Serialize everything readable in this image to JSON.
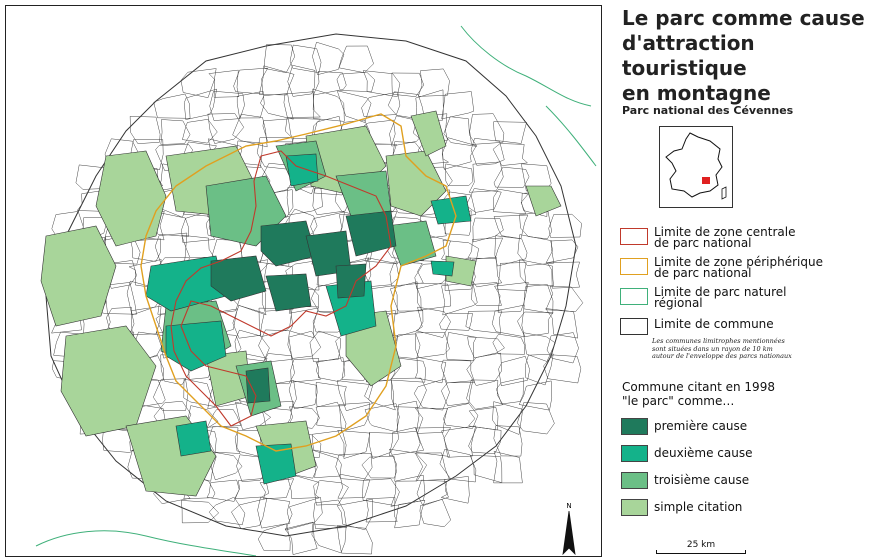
{
  "title_line1": "Le parc comme cause",
  "title_line2": "d'attraction touristique",
  "title_line3": "en montagne",
  "subtitle": "Parc national des Cévennes",
  "colors": {
    "premiere": "#1f7a5c",
    "deuxieme": "#14b28a",
    "troisieme": "#6bbf86",
    "simple": "#a8d59a",
    "zone_centrale": "#c0392b",
    "zone_peripherique": "#e0a020",
    "parc_regional": "#3fb07a",
    "commune": "#333333",
    "inset_marker": "#e02020"
  },
  "legend_lines": [
    {
      "line1": "Limite de zone centrale",
      "line2": "de parc national"
    },
    {
      "line1": "Limite de zone périphérique",
      "line2": "de parc national"
    },
    {
      "line1": "Limite de parc naturel",
      "line2": "régional"
    },
    {
      "line1": "Limite de commune",
      "line2": ""
    }
  ],
  "note_line1": "Les communes limitrophes mentionnées",
  "note_line2": "sont situées dans un rayon de 10 km",
  "note_line3": "autour de l'enveloppe des parcs nationaux",
  "categories_title1": "Commune citant en 1998",
  "categories_title2": "\"le parc\" comme…",
  "categories": [
    {
      "label": "première cause"
    },
    {
      "label": "deuxième cause"
    },
    {
      "label": "troisième cause"
    },
    {
      "label": "simple citation"
    }
  ],
  "north_label": "N",
  "scale_label": "25 km"
}
